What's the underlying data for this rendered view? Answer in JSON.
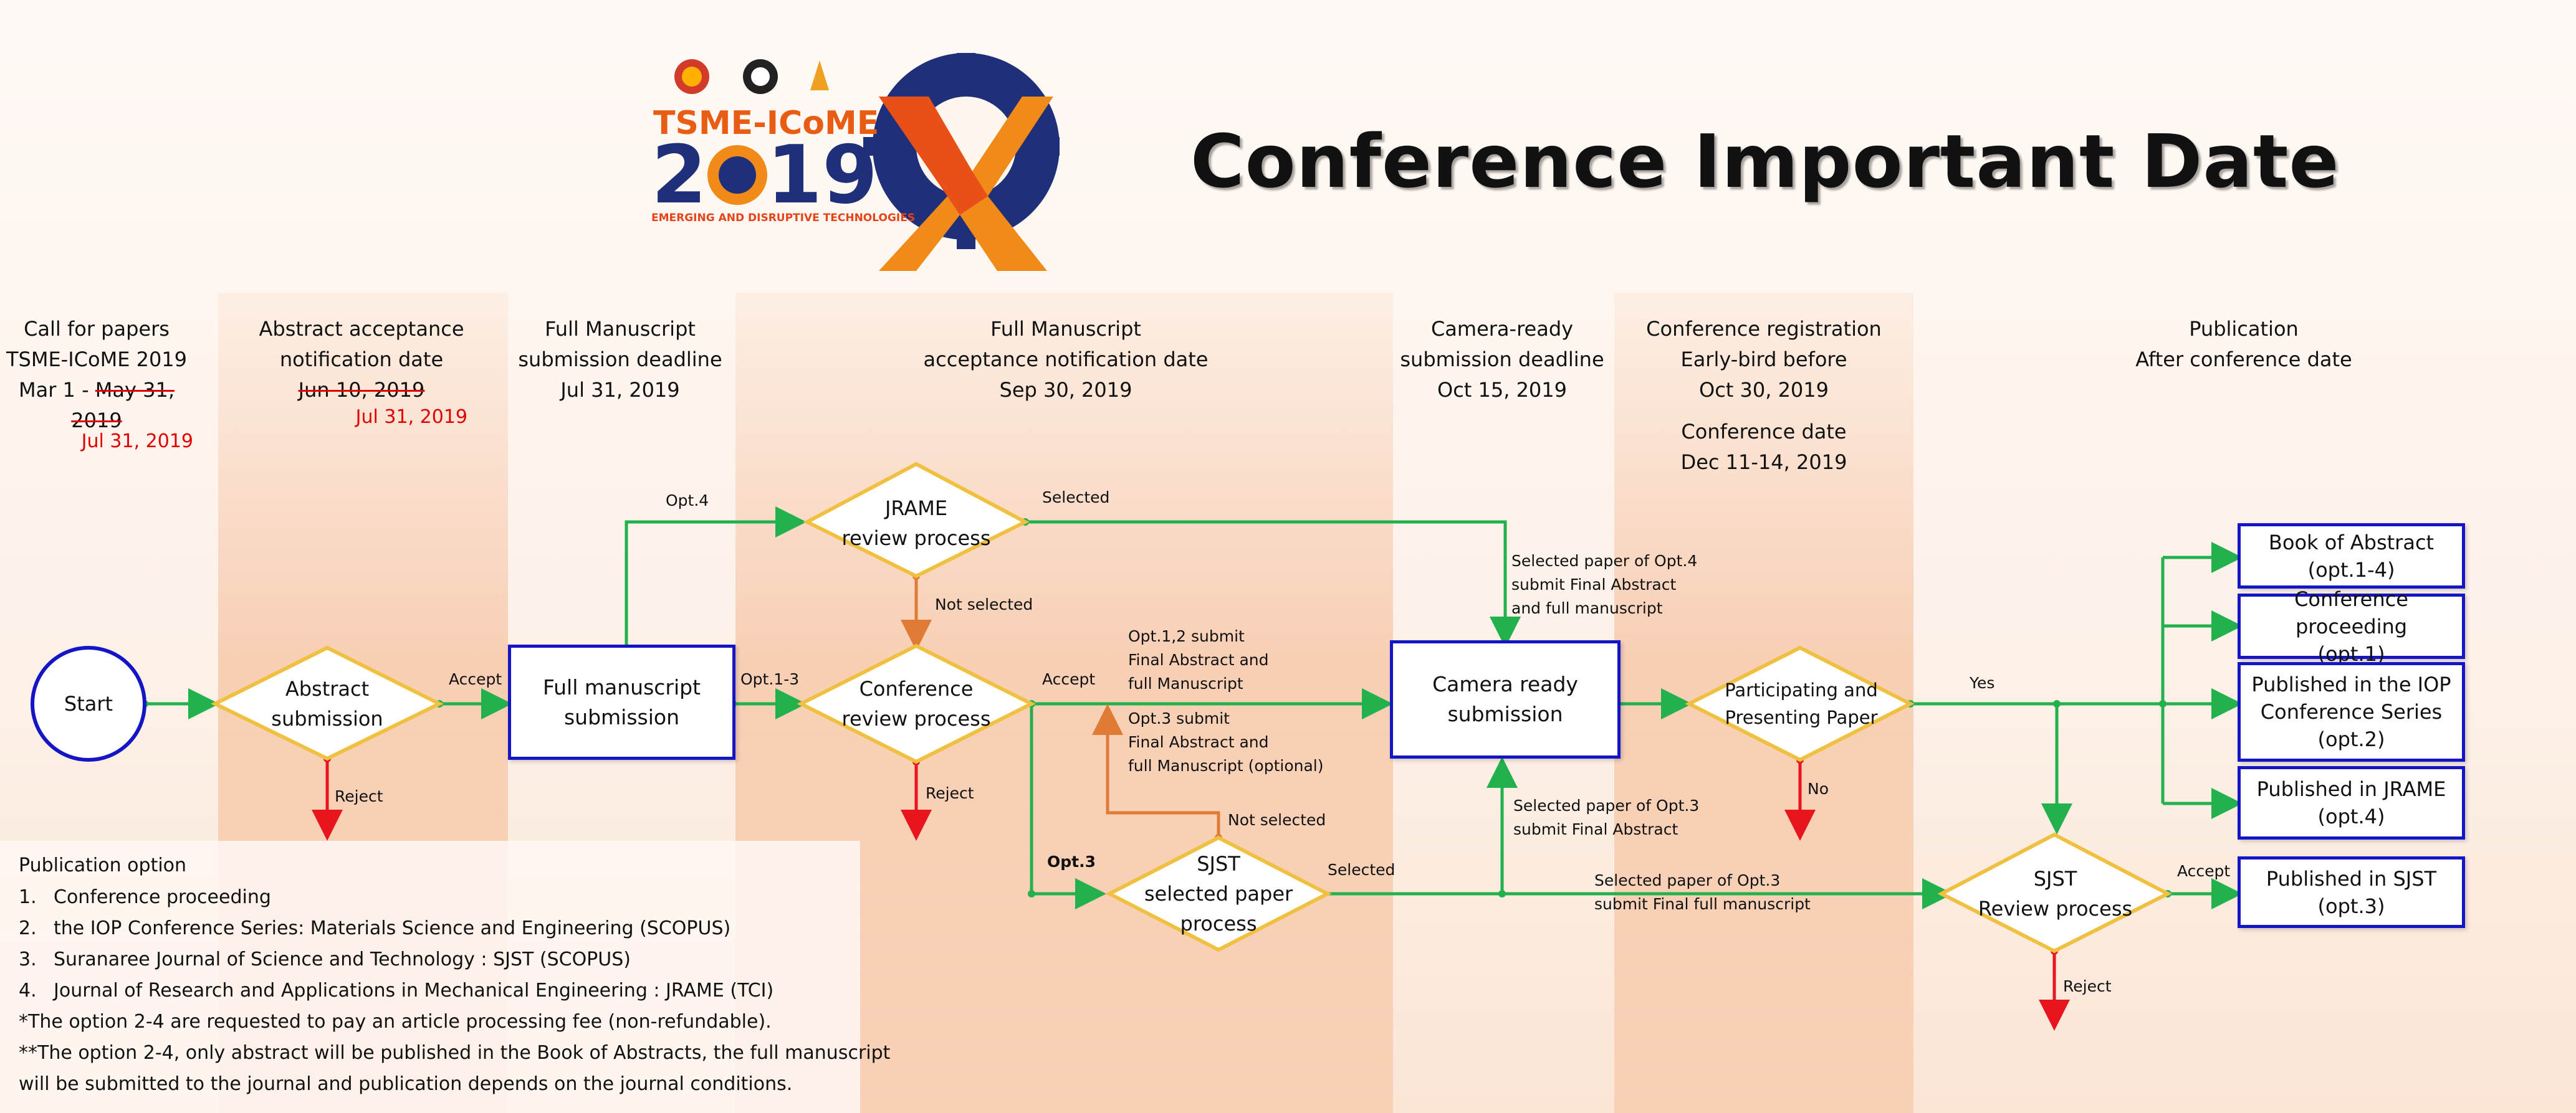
{
  "title": "Conference Important Date",
  "logo": {
    "text": "TSME-ICoME",
    "year_left": "2",
    "year_right": "19",
    "big_letter": "X",
    "tagline": "EMERGING AND DISRUPTIVE TECHNOLOGIES"
  },
  "columns": {
    "call": [
      "Call for papers",
      "TSME-ICoME 2019"
    ],
    "call_range_prefix": "Mar 1 - ",
    "call_old": "May 31, 2019",
    "call_new": "Jul 31, 2019",
    "abstract": [
      "Abstract acceptance",
      "notification date"
    ],
    "abstract_old": "Jun 10, 2019",
    "abstract_new": "Jul 31, 2019",
    "fullms": [
      "Full Manuscript",
      "submission deadline",
      "Jul 31, 2019"
    ],
    "fullms_accept": [
      "Full Manuscript",
      "acceptance notification date",
      "Sep 30, 2019"
    ],
    "camera": [
      "Camera-ready",
      "submission deadline",
      "Oct 15, 2019"
    ],
    "registration": [
      "Conference registration",
      "Early-bird before",
      "Oct 30, 2019"
    ],
    "conf_date": [
      "Conference date",
      "Dec 11-14, 2019"
    ],
    "publication": [
      "Publication",
      "After conference date"
    ]
  },
  "nodes": {
    "start": "Start",
    "abstract_submission": [
      "Abstract",
      "submission"
    ],
    "full_manuscript": [
      "Full manuscript",
      "submission"
    ],
    "jrame_review": [
      "JRAME",
      "review process"
    ],
    "conference_review": [
      "Conference",
      "review process"
    ],
    "sjst_selected": [
      "SJST",
      "selected paper",
      "process"
    ],
    "camera_ready": [
      "Camera ready",
      "submission"
    ],
    "participating": [
      "Participating and",
      "Presenting Paper"
    ],
    "sjst_review": [
      "SJST",
      "Review process"
    ],
    "book_abstract": [
      "Book of Abstract",
      "(opt.1-4)"
    ],
    "conf_proceeding": [
      "Conference proceeding",
      "(opt.1)"
    ],
    "iop": [
      "Published in the IOP",
      "Conference Series",
      "(opt.2)"
    ],
    "jrame_pub": [
      "Published in JRAME",
      "(opt.4)"
    ],
    "sjst_pub": [
      "Published in SJST",
      "(opt.3)"
    ]
  },
  "edge_labels": {
    "accept1": "Accept",
    "reject1": "Reject",
    "opt4": "Opt.4",
    "opt1_3": "Opt.1-3",
    "selected1": "Selected",
    "not_selected1": "Not selected",
    "accept2": "Accept",
    "reject2": "Reject",
    "opt3": "Opt.3",
    "not_selected2": "Not selected",
    "selected2": "Selected",
    "yes": "Yes",
    "no": "No",
    "accept3": "Accept",
    "reject3": "Reject",
    "opt12_note": [
      "Opt.1,2 submit",
      "Final Abstract and",
      "full Manuscript"
    ],
    "opt3_note": [
      "Opt.3 submit",
      "Final Abstract and",
      "full Manuscript (optional)"
    ],
    "opt4_selected_note": [
      "Selected paper of Opt.4",
      "submit Final Abstract",
      "and full manuscript"
    ],
    "opt3_selected_abstract": [
      "Selected paper of Opt.3",
      "submit Final Abstract"
    ],
    "opt3_selected_full": [
      "Selected paper of Opt.3",
      "submit Final full manuscript"
    ]
  },
  "legend": {
    "heading": "Publication option",
    "items": [
      {
        "num": "1.",
        "text": "Conference proceeding"
      },
      {
        "num": "2.",
        "text": "the IOP Conference Series: Materials Science and Engineering (SCOPUS)"
      },
      {
        "num": "3.",
        "text": "Suranaree Journal of Science and Technology : SJST (SCOPUS)"
      },
      {
        "num": "4.",
        "text": "Journal of Research and Applications in Mechanical Engineering : JRAME (TCI)"
      }
    ],
    "note1": "*The option 2-4 are requested to pay an article processing fee (non-refundable).",
    "note2a": "**The option 2-4, only abstract will be published in the Book of Abstracts, the full manuscript",
    "note2b": "will be submitted to the journal and publication depends on the journal conditions."
  },
  "colors": {
    "flow": "#22b14c",
    "reject": "#e8141e",
    "loop": "#e07b35",
    "box_border": "#1515c8",
    "diamond_border": "#f0c040"
  }
}
